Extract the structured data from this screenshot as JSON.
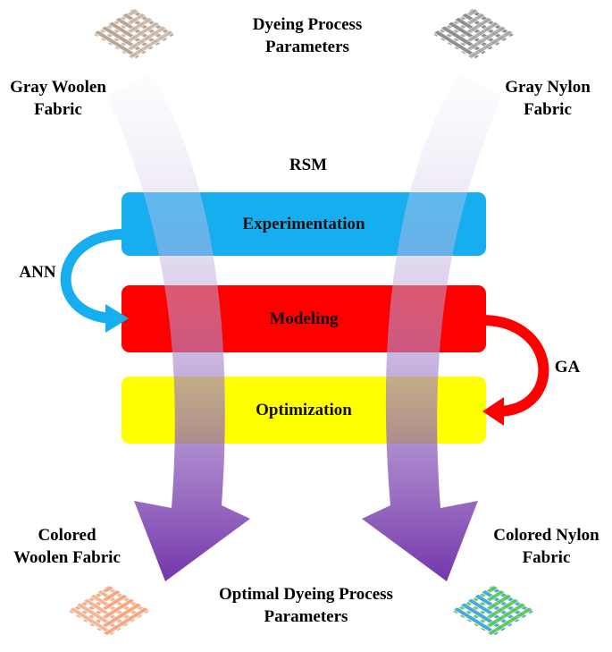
{
  "inputs": {
    "woolen_label": [
      "Gray Woolen",
      "Fabric"
    ],
    "params_label": [
      "Dyeing Process",
      "Parameters"
    ],
    "nylon_label": [
      "Gray Nylon",
      "Fabric"
    ]
  },
  "methods": {
    "rsm": "RSM",
    "ann": "ANN",
    "ga": "GA"
  },
  "steps": [
    {
      "label": "Experimentation",
      "color": "#17AEEF"
    },
    {
      "label": "Modeling",
      "color": "#FF0000"
    },
    {
      "label": "Optimization",
      "color": "#FFFF00"
    }
  ],
  "outputs": {
    "woolen_label": [
      "Colored",
      "Woolen Fabric"
    ],
    "params_label": [
      "Optimal Dyeing Process",
      "Parameters"
    ],
    "nylon_label": [
      "Colored Nylon",
      "Fabric"
    ]
  },
  "colors": {
    "flow_arrow_top": "#eeebf7",
    "flow_arrow_bottom": "#6d2ba6",
    "ann_arrow": "#17AEEF",
    "ga_arrow": "#FF0000",
    "gray_woolen_fabric": "#c9b9ab",
    "gray_nylon_fabric": "#a9a9a9",
    "colored_woolen_fabric": "#f5a37c",
    "colored_nylon_fabric_warp": "#5ec850",
    "colored_nylon_fabric_weft": "#4aa8e0"
  },
  "icons": [
    "gray-woolen-fabric-icon",
    "gray-nylon-fabric-icon",
    "colored-woolen-fabric-icon",
    "colored-nylon-fabric-icon"
  ]
}
